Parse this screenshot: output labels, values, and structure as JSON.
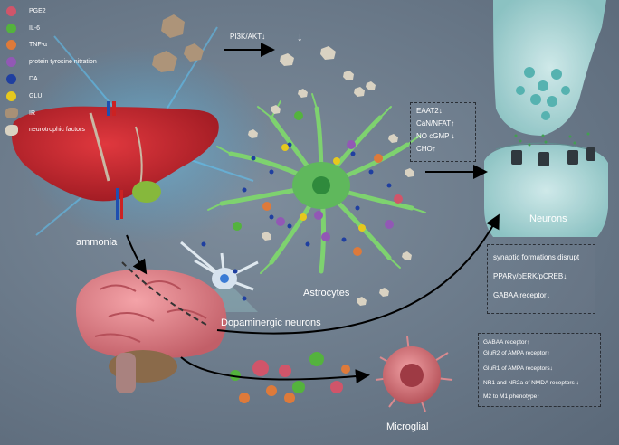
{
  "legend": [
    {
      "label": "PGE2",
      "color": "#d0556a"
    },
    {
      "label": "IL-6",
      "color": "#54b33d"
    },
    {
      "label": "TNF-α",
      "color": "#de7a3a"
    },
    {
      "label": "protein tyrosine nitration",
      "color": "#9258b5"
    },
    {
      "label": "DA",
      "color": "#1f3fa0"
    },
    {
      "label": "GLU",
      "color": "#e6c81e"
    },
    {
      "label": "IR",
      "color": "#a89076"
    },
    {
      "label": "neurotrophic factors",
      "color": "#d9d2c2"
    }
  ],
  "labels": {
    "pi3k": "PI3K/AKT↓",
    "down_arrow": "↓",
    "ammonia": "ammonia",
    "astrocytes": "Astrocytes",
    "dopaminergic": "Dopaminergic neurons",
    "neurons": "Neurons",
    "microglial": "Microglial"
  },
  "astro_box": [
    "EAAT2↓",
    "CaN/NFAT↑",
    "NO cGMP ↓",
    "CHO↑"
  ],
  "dopa_box": [
    "synaptic formations disrupt",
    "PPARγ/pERK/pCREB↓",
    "GABAA receptor↓"
  ],
  "micro_box": [
    "GABAA receptor↑",
    "GluR2 of AMPA receptor↑",
    "GluR1 of AMPA receptors↓",
    "NR1 and NR2a of NMDA receptors ↓",
    "M2 to M1 phenotype↑"
  ]
}
